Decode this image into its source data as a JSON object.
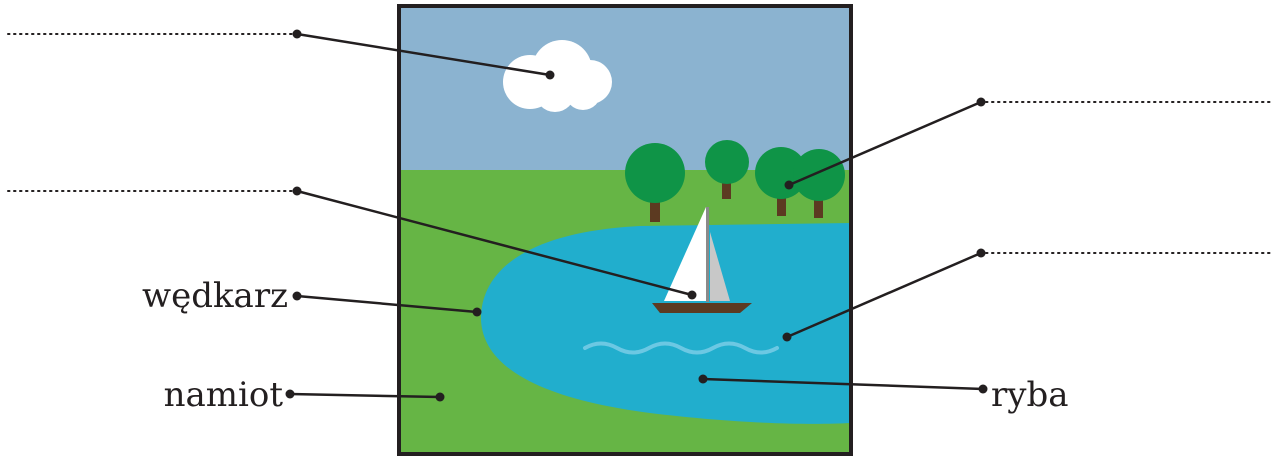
{
  "labels": {
    "wedkarz": "wędkarz",
    "namiot": "namiot",
    "ryba": "ryba"
  },
  "colors": {
    "sky": "#8bb3d0",
    "grass": "#66b545",
    "water": "#21aecd",
    "tree_crown": "#0f9447",
    "tree_trunk": "#5c3a21",
    "cloud": "#ffffff",
    "boat_hull": "#5c3a21",
    "sail_main": "#ffffff",
    "sail_jib": "#c8c8c8",
    "wave": "#6cc8e3",
    "line": "#231f20",
    "frame": "#231f20"
  }
}
